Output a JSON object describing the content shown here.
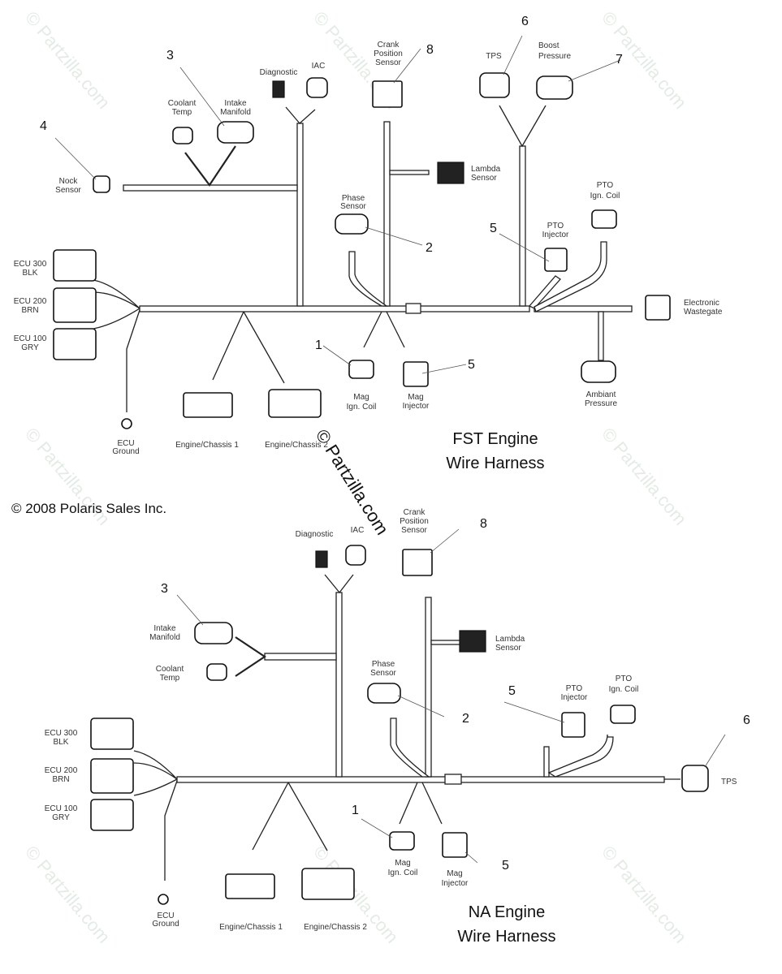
{
  "copyright": "© 2008 Polaris Sales Inc.",
  "watermark": "© Partzilla.com",
  "fst": {
    "title_line1": "FST Engine",
    "title_line2": "Wire Harness",
    "connectors": {
      "nock_sensor": [
        "Nock",
        "Sensor"
      ],
      "coolant_temp": [
        "Coolant",
        "Temp"
      ],
      "intake_manifold": [
        "Intake",
        "Manifold"
      ],
      "diagnostic": [
        "Diagnostic"
      ],
      "iac": [
        "IAC"
      ],
      "crank_position": [
        "Crank",
        "Position",
        "Sensor"
      ],
      "tps": [
        "TPS"
      ],
      "boost_pressure": [
        "Boost",
        "Pressure"
      ],
      "lambda_sensor": [
        "Lambda",
        "Sensor"
      ],
      "phase_sensor": [
        "Phase",
        "Sensor"
      ],
      "pto_ign_coil": [
        "PTO",
        "Ign. Coil"
      ],
      "pto_injector": [
        "PTO",
        "Injector"
      ],
      "electronic_wastegate": [
        "Electronic",
        "Wastegate"
      ],
      "ecu_300": [
        "ECU 300",
        "BLK"
      ],
      "ecu_200": [
        "ECU 200",
        "BRN"
      ],
      "ecu_100": [
        "ECU 100",
        "GRY"
      ],
      "ecu_ground": [
        "ECU",
        "Ground"
      ],
      "engine_chassis_1": [
        "Engine/Chassis 1"
      ],
      "engine_chassis_2": [
        "Engine/Chassis 2"
      ],
      "mag_ign_coil": [
        "Mag",
        "Ign. Coil"
      ],
      "mag_injector": [
        "Mag",
        "Injector"
      ],
      "ambient_pressure": [
        "Ambiant",
        "Pressure"
      ]
    },
    "callouts": {
      "intake_manifold": "3",
      "nock_sensor": "4",
      "crank_position": "8",
      "tps": "6",
      "boost_pressure": "7",
      "phase_sensor": "2",
      "pto_injector": "5",
      "mag_ign_coil": "1",
      "mag_injector": "5"
    }
  },
  "na": {
    "title_line1": "NA Engine",
    "title_line2": "Wire Harness",
    "connectors": {
      "diagnostic": [
        "Diagnostic"
      ],
      "iac": [
        "IAC"
      ],
      "crank_position": [
        "Crank",
        "Position",
        "Sensor"
      ],
      "intake_manifold": [
        "Intake",
        "Manifold"
      ],
      "coolant_temp": [
        "Coolant",
        "Temp"
      ],
      "lambda_sensor": [
        "Lambda",
        "Sensor"
      ],
      "phase_sensor": [
        "Phase",
        "Sensor"
      ],
      "pto_injector": [
        "PTO",
        "Injector"
      ],
      "pto_ign_coil": [
        "PTO",
        "Ign. Coil"
      ],
      "tps": [
        "TPS"
      ],
      "ecu_300": [
        "ECU 300",
        "BLK"
      ],
      "ecu_200": [
        "ECU 200",
        "BRN"
      ],
      "ecu_100": [
        "ECU 100",
        "GRY"
      ],
      "ecu_ground": [
        "ECU",
        "Ground"
      ],
      "engine_chassis_1": [
        "Engine/Chassis 1"
      ],
      "engine_chassis_2": [
        "Engine/Chassis 2"
      ],
      "mag_ign_coil": [
        "Mag",
        "Ign. Coil"
      ],
      "mag_injector": [
        "Mag",
        "Injector"
      ]
    },
    "callouts": {
      "crank_position": "8",
      "intake_manifold": "3",
      "phase_sensor": "2",
      "pto_injector": "5",
      "tps": "6",
      "mag_ign_coil": "1",
      "mag_injector": "5"
    }
  }
}
